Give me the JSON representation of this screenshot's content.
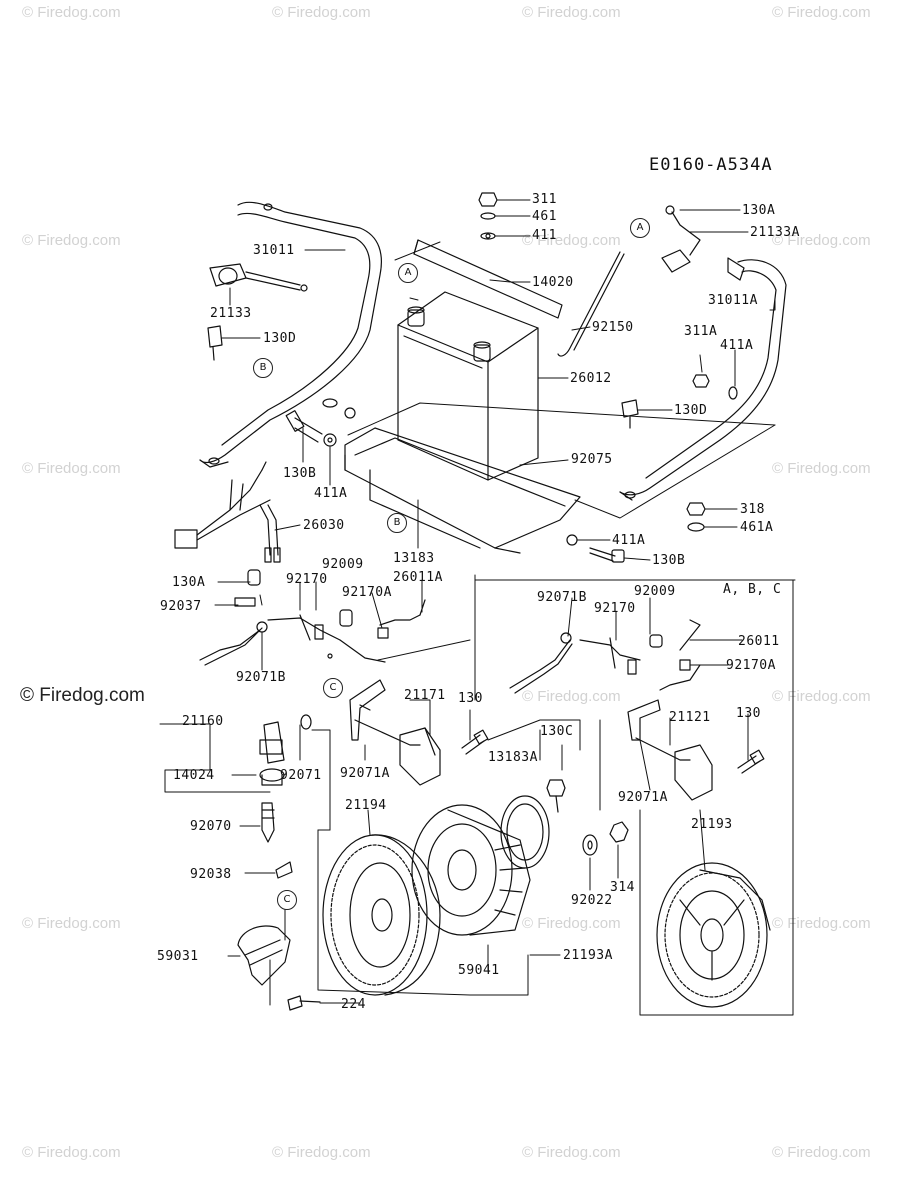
{
  "diagram": {
    "code": "E0160-A534A",
    "note_abc": "A, B, C"
  },
  "watermark": {
    "text": "© Firedog.com",
    "prominent_text": "© Firedog.com"
  },
  "callouts": {
    "a1": "A",
    "a2": "A",
    "b1": "B",
    "b2": "B",
    "c1": "C",
    "c2": "C"
  },
  "parts": {
    "p311": "311",
    "p461": "461",
    "p411": "411",
    "p14020": "14020",
    "p92150": "92150",
    "p130A": "130A",
    "p21133A": "21133A",
    "p31011": "31011",
    "p21133": "21133",
    "p130D_left": "130D",
    "p26012": "26012",
    "p31011A": "31011A",
    "p311A": "311A",
    "p411A_right": "411A",
    "p130D_right": "130D",
    "p130B_left": "130B",
    "p411A_left": "411A",
    "p92075": "92075",
    "p318": "318",
    "p461A": "461A",
    "p26030": "26030",
    "p13183": "13183",
    "p411A_bottom": "411A",
    "p130B_bottom": "130B",
    "p92009_left": "92009",
    "p26011A": "26011A",
    "p92170_left": "92170",
    "p92170A_left": "92170A",
    "p130A_left": "130A",
    "p92037": "92037",
    "p92071B_left": "92071B",
    "p92071B_right": "92071B",
    "p92009_right": "92009",
    "p92170_right": "92170",
    "p26011": "26011",
    "p92170A_right": "92170A",
    "p21171": "21171",
    "p130_mid": "130",
    "p21121": "21121",
    "p130_right": "130",
    "p21160": "21160",
    "p14024": "14024",
    "p92071": "92071",
    "p92071A_left": "92071A",
    "p92071A_right": "92071A",
    "p130C": "130C",
    "p13183A": "13183A",
    "p92070": "92070",
    "p21194": "21194",
    "p21193": "21193",
    "p92038": "92038",
    "p92022": "92022",
    "p314": "314",
    "p59031": "59031",
    "p59041": "59041",
    "p21193A": "21193A",
    "p224": "224"
  }
}
